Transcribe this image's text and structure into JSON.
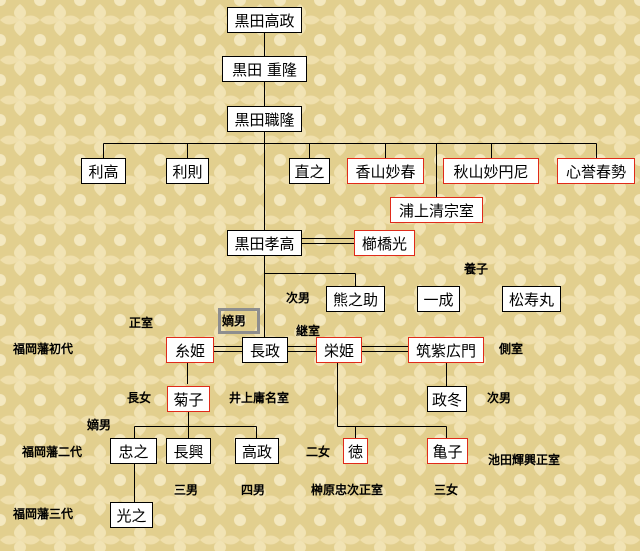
{
  "colors": {
    "background": "#e2cf8e",
    "pattern": "#f4e8bf",
    "female_border": "#e02a1a",
    "male_border": "#000000",
    "line": "#000000"
  },
  "people": {
    "takamasa_top": "黒田高政",
    "shigetaka": "黒田 重隆",
    "mototaka": "黒田職隆",
    "toshitaka": "利高",
    "toshinori": "利則",
    "naoyuki": "直之",
    "kosan_myoshun": "香山妙春",
    "shuzan_myoenni": "秋山妙円尼",
    "shinyo_shunsei": "心誉春勢",
    "uragami_seiso": "浦上清宗室",
    "yoshitaka": "黒田孝高",
    "kushihashi_teru": "櫛橋光",
    "kumanosuke": "熊之助",
    "issei": "一成",
    "matsuju": "松寿丸",
    "itohime": "糸姫",
    "nagamasa": "長政",
    "eihime": "栄姫",
    "chikushi_hiromon": "筑紫広門",
    "kiku": "菊子",
    "masafuyu": "政冬",
    "tadayuki": "忠之",
    "nagaoki": "長興",
    "takamasa": "高政",
    "toku": "徳",
    "kameko": "亀子",
    "mitsuyuki": "光之"
  },
  "labels": {
    "yoshi": "養子",
    "jinan1": "次男",
    "seishitsu": "正室",
    "chakunan1": "嫡男",
    "keishitsu": "継室",
    "sokushitsu": "側室",
    "fukuoka1": "福岡藩初代",
    "chojo": "長女",
    "inoue": "井上庸名室",
    "jinan2": "次男",
    "chakunan2": "嫡男",
    "fukuoka2": "福岡藩二代",
    "nijo": "二女",
    "ikeda": "池田輝興正室",
    "sannan": "三男",
    "yonnan": "四男",
    "sakakibara": "榊原忠次正室",
    "sanjo": "三女",
    "fukuoka3": "福岡藩三代"
  }
}
